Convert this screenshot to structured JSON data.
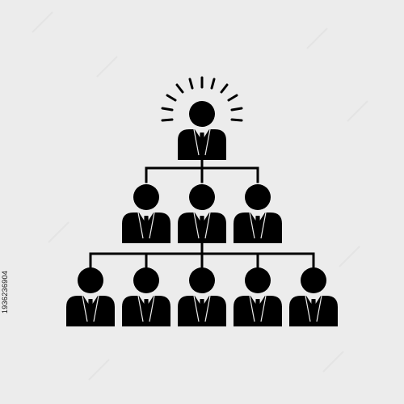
{
  "icon": {
    "name": "hierarchy-organization-icon",
    "fill": "#000000",
    "background": "#ececec",
    "leader": {
      "has_rays": true
    },
    "levels": [
      1,
      3,
      5
    ]
  },
  "image_id_text": "1936236904",
  "watermark": {
    "color": "#e6e6e6"
  }
}
